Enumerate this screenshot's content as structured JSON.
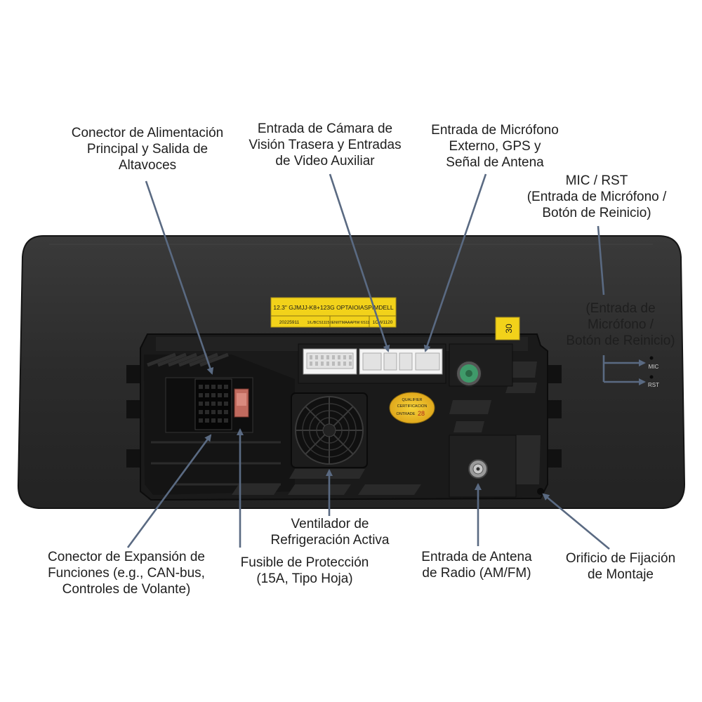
{
  "labels": {
    "power": [
      "Conector de Alimentación",
      "Principal y Salida de",
      "Altavoces"
    ],
    "camera": [
      "Entrada de Cámara de",
      "Visión Trasera y Entradas",
      "de Video Auxiliar"
    ],
    "mic_ext": [
      "Entrada de Micrófono",
      "Externo, GPS y",
      "Señal de Antena"
    ],
    "mic_rst_top": [
      "MIC / RST",
      "(Entrada de Micrófono /",
      "Botón de Reinicio)"
    ],
    "mic_rst_side": [
      "(Entrada de",
      "Micrófono /",
      "Botón de Reinicio)"
    ],
    "expansion": [
      "Conector de Expansión de",
      "Funciones (e.g., CAN-bus,",
      "Controles de Volante)"
    ],
    "fuse": [
      "Fusible de Protección",
      "(15A, Tipo Hoja)"
    ],
    "fan": [
      "Ventilador de",
      "Refrigeración Activa"
    ],
    "radio": [
      "Entrada de Antena",
      "de Radio (AM/FM)"
    ],
    "mount": [
      "Orificio de Fijación",
      "de Montaje"
    ]
  },
  "device": {
    "sticker_line1": "12.3\" GJMJJ-K8+123G OPTAIOIASPIMDELL",
    "sticker_line2a": "20225911",
    "sticker_line2b": "1/L/BCS1115 IENIITMAAAPIW 6S11",
    "sticker_line2c": "1OW1120",
    "tag": "30",
    "seal_line1": "QUALIFIER",
    "seal_line2": "CERTIFICACION",
    "seal_line3": "ONTRADE",
    "seal_num": "28",
    "mic_mark": "MIC",
    "rst_mark": "RST"
  },
  "colors": {
    "panel": "#2b2b2b",
    "housing": "#161616",
    "sticker": "#f2d21a",
    "arrow": "#5a6a82",
    "connector": "#f4f4f4",
    "fuse": "#c06a5e",
    "gps_port": "#3f9a6a"
  }
}
